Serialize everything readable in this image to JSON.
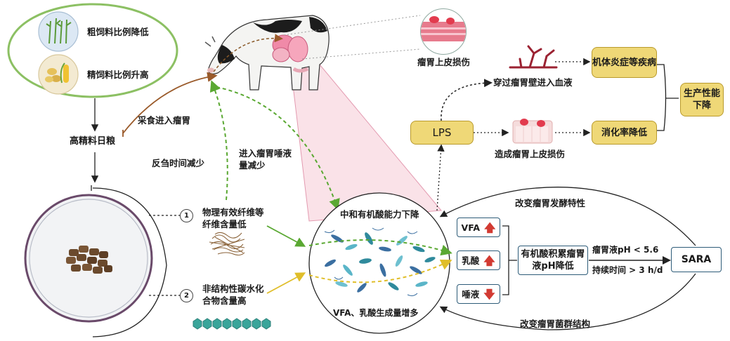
{
  "feed": {
    "coarse_label": "粗饲料比例降低",
    "concentrate_label": "精饲料比例升高",
    "high_concentrate_diet": "高精料日粮"
  },
  "pathway": {
    "feeding_into_rumen": "采食进入瘤胃",
    "rumination_reduced": "反刍时间减少",
    "saliva_reduced": "进入瘤胃唾液量减少"
  },
  "diet_components": {
    "item1_number": "1",
    "item1_label": "物理有效纤维等纤维含量低",
    "item2_number": "2",
    "item2_label": "非结构性碳水化合物含量高"
  },
  "rumen": {
    "neutralize_label": "中和有机酸能力下降",
    "production_label": "VFA、乳酸生成量增多"
  },
  "lps": {
    "label": "LPS",
    "epithelium_damage_top": "瘤胃上皮损伤",
    "into_blood": "穿过瘤胃壁进入血液",
    "epithelium_damage_mid": "造成瘤胃上皮损伤"
  },
  "outcomes": {
    "inflammation": "机体炎症等疾病",
    "digestibility": "消化率降低",
    "performance": "生产性能下降"
  },
  "acids": {
    "vfa": "VFA",
    "lactic": "乳酸",
    "saliva": "唾液",
    "accumulation": "有机酸积累瘤胃液pH降低"
  },
  "sara": {
    "ph_condition": "瘤胃液pH < 5.6",
    "duration_condition": "持续时间 > 3 h/d",
    "label": "SARA",
    "fermentation_change": "改变瘤胃发酵特性",
    "flora_change": "改变瘤胃菌群结构"
  }
}
